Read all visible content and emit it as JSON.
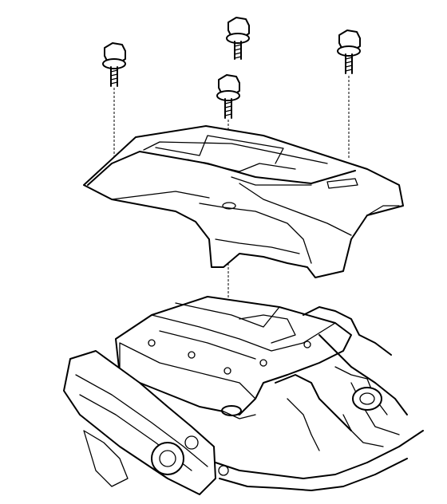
{
  "figure": {
    "parts": [
      {
        "id": "bolt-1",
        "name": "flange-bolt"
      },
      {
        "id": "bolt-2",
        "name": "flange-bolt"
      },
      {
        "id": "bolt-3",
        "name": "flange-bolt"
      },
      {
        "id": "bolt-4",
        "name": "flange-bolt"
      },
      {
        "id": "cover",
        "name": "engine-cover"
      },
      {
        "id": "engine",
        "name": "engine-assembly"
      }
    ]
  }
}
